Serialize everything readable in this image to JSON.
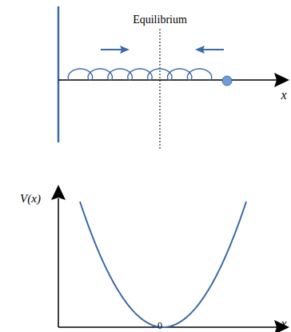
{
  "diagram": {
    "labels": [
      "Equilibrium",
      "x",
      "V(x)",
      "0",
      "x"
    ]
  }
}
